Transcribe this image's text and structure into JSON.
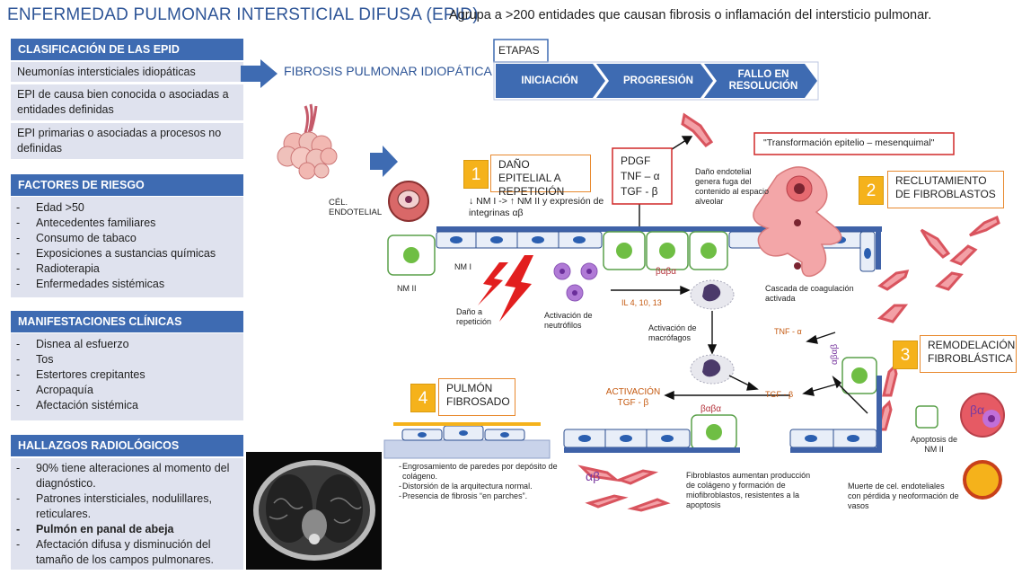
{
  "header": {
    "title": "ENFERMEDAD PULMONAR INTERSTICIAL DIFUSA (EPID)",
    "subtitle": "Agrupa a >200 entidades que causan fibrosis o inflamación del intersticio pulmonar."
  },
  "classification": {
    "heading": "CLASIFICACIÓN DE LAS EPID",
    "items": [
      "Neumonías intersticiales idiopáticas",
      "EPI de causa bien conocida o asociadas a entidades definidas",
      "EPI  primarias o asociadas a procesos no definidas"
    ]
  },
  "risk_factors": {
    "heading": "FACTORES DE RIESGO",
    "items": [
      "Edad >50",
      "Antecedentes familiares",
      "Consumo de tabaco",
      "Exposiciones a sustancias químicas",
      "Radioterapia",
      "Enfermedades sistémicas"
    ]
  },
  "clinical": {
    "heading": "MANIFESTACIONES CLÍNICAS",
    "items": [
      "Disnea al esfuerzo",
      "Tos",
      "Estertores crepitantes",
      "Acropaquía",
      "Afectación sistémica"
    ]
  },
  "radiology": {
    "heading": "HALLAZGOS RADIOLÓGICOS",
    "items": [
      "90% tiene alteraciones al momento del diagnóstico.",
      "Patrones intersticiales, nodulillares, reticulares.",
      "Pulmón en panal de abeja",
      "Afectación difusa y disminución del tamaño de los campos pulmonares."
    ]
  },
  "fpi_label": "FIBROSIS PULMONAR IDIOPÁTICA",
  "stages": {
    "heading": "ETAPAS",
    "items": [
      "INICIACIÓN",
      "PROGRESIÓN",
      "FALLO EN RESOLUCIÓN"
    ]
  },
  "steps": {
    "s1": {
      "num": "1",
      "label": "DAÑO EPITELIAL A REPETICIÓN"
    },
    "s2": {
      "num": "2",
      "label": "RECLUTAMIENTO DE FIBROBLASTOS"
    },
    "s3": {
      "num": "3",
      "label": "REMODELACIÓN FIBROBLÁSTICA"
    },
    "s4": {
      "num": "4",
      "label": "PULMÓN FIBROSADO"
    }
  },
  "labels": {
    "cel_endotelial": "CÉL. ENDOTELIAL",
    "nm_i_change": "↓ NM I -> ↑ NM II y expresión  de integrinas αβ",
    "growth_factors": [
      "PDGF",
      "TNF – α",
      "TGF - β"
    ],
    "emt": "\"Transformación epitelio – mesenquimal\"",
    "endothelial_damage": "Daño endotelial genera fuga del contenido al espacio alveolar",
    "nm_ii_1": "NM II",
    "nm_i": "NM I",
    "dano_repeticion": "Daño a repetición",
    "activacion_neutrofilos": "Activación de neutrófilos",
    "il": "IL 4, 10, 13",
    "activacion_macrofagos": "Activación de macrófagos",
    "cascada": "Cascada de coagulación activada",
    "tnf_a": "TNF - α",
    "tgf_b": "TGF - β",
    "activacion_tgf": "ACTIVACIÓN TGF - β",
    "integrin_1": "βαβα",
    "integrin_2": "βαβα",
    "integrin_3": "αβαβ",
    "alpha_beta": "αβ",
    "beta_alpha": "βα",
    "apoptosis_nm2": "Apoptosis de NM II",
    "fibroblastos_colageno": "Fibroblastos aumentan producción de colágeno y formación de miofibroblastos, resistentes a la apoptosis",
    "muerte_endotelial": "Muerte de cel. endoteliales con pérdida y neoformación de vasos"
  },
  "fibrosis_notes": [
    "Engrosamiento de paredes por depósito de colágeno.",
    "Distorsión de la arquitectura normal.",
    "Presencia de fibrosis “en parches”."
  ],
  "colors": {
    "accent": "#3e6bb2",
    "panel": "#dfe2ee",
    "title": "#2e5597",
    "step": "#f5b21b",
    "stepBorder": "#e8892e",
    "alert": "#d02828"
  }
}
